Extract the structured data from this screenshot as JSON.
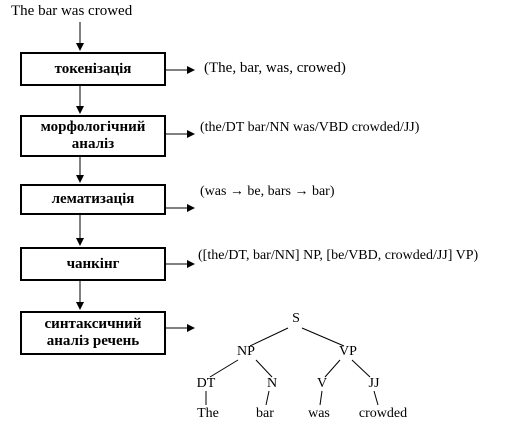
{
  "input_sentence": "The bar was crowed",
  "steps": [
    {
      "label": "токенізація",
      "output": "(The, bar, was, crowed)"
    },
    {
      "label": "морфологічний аналіз",
      "output": "(the/DT bar/NN was/VBD crowded/JJ)"
    },
    {
      "label": "лематизація",
      "output": "(was → be, bars → bar)"
    },
    {
      "label": "чанкінг",
      "output": "([the/DT, bar/NN] NP, [be/VBD, crowded/JJ] VP)"
    },
    {
      "label": "синтаксичний аналіз речень",
      "output": ""
    }
  ],
  "tree": {
    "root": "S",
    "np": "NP",
    "vp": "VP",
    "pos": [
      "DT",
      "N",
      "V",
      "JJ"
    ],
    "words": [
      "The",
      "bar",
      "was",
      "crowded"
    ]
  }
}
